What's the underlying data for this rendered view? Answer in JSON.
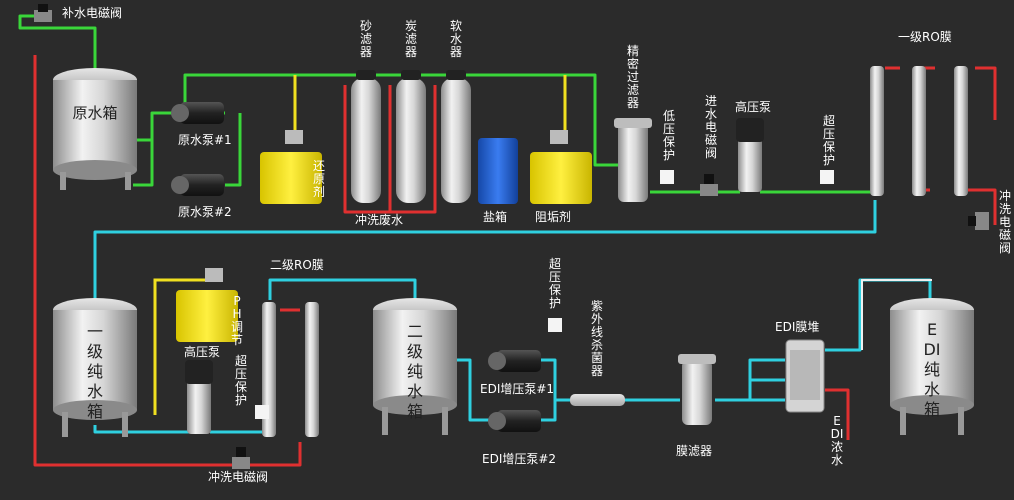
{
  "colors": {
    "background": "#2b2b2b",
    "raw_water_line": "#3ad63a",
    "pure_water_line": "#2fd0e0",
    "waste_line": "#e03030",
    "dosing_line": "#f0e020",
    "stainless": "#c8c8c8",
    "salt_box": "#1f5fd6",
    "dosing_tank": "#f2e000"
  },
  "labels": {
    "makeup_valve": "补水电磁阀",
    "raw_tank": "原水箱",
    "raw_pump_1": "原水泵#1",
    "raw_pump_2": "原水泵#2",
    "reducer": "还原剂",
    "sand_filter": "砂滤器",
    "carbon_filter": "炭滤器",
    "softener": "软水器",
    "flush_waste": "冲洗废水",
    "salt_box": "盐箱",
    "antiscalant": "阻垢剂",
    "precision_filter": "精密过滤器",
    "low_pressure": "低压保护",
    "inlet_valve": "进水电磁阀",
    "hp_pump_1": "高压泵",
    "over_pressure_1": "超压保护",
    "ro1": "一级RO膜",
    "flush_valve_1": "冲洗电磁阀",
    "primary_tank": "一级纯水箱",
    "ph_adjust": "PH调节",
    "hp_pump_2": "高压泵",
    "over_pressure_2": "超压保护",
    "ro2": "二级RO膜",
    "flush_valve_2": "冲洗电磁阀",
    "secondary_tank": "二级纯水箱",
    "over_pressure_3": "超压保护",
    "edi_boost_1": "EDI增压泵#1",
    "edi_boost_2": "EDI增压泵#2",
    "uv_sterilizer": "紫外线杀菌器",
    "membrane_filter": "膜滤器",
    "edi_stack": "EDI膜堆",
    "edi_concentrate": "EDI浓水",
    "edi_tank": "EDI纯水箱"
  }
}
